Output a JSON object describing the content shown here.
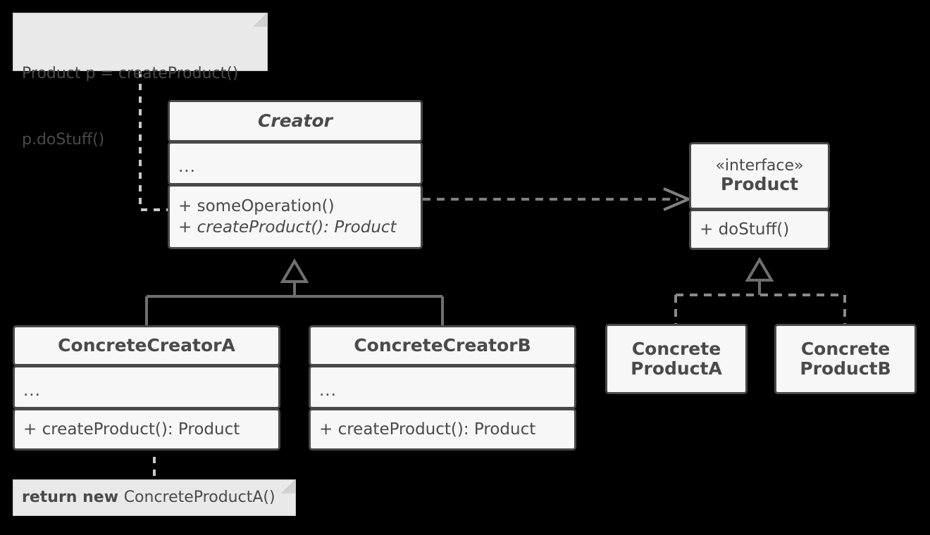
{
  "diagram": {
    "kind": "uml-class-diagram",
    "pattern": "Factory Method",
    "background_color": "#000000",
    "box_fill": "#f7f7f7",
    "box_border": "#484848",
    "note_fill": "#e9e9e9",
    "note_border": "#c9c9c9",
    "text_color": "#4a4a4a",
    "edge_color": "#808080",
    "edge_color_dark": "#6f6f6f"
  },
  "classes": {
    "creator": {
      "name": "Creator",
      "abstract": true,
      "attributes": "...",
      "operations": [
        {
          "text": "+ someOperation()",
          "abstract": false
        },
        {
          "text": "+ createProduct(): Product",
          "abstract": true
        }
      ]
    },
    "concrete_creator_a": {
      "name": "ConcreteCreatorA",
      "abstract": false,
      "attributes": "...",
      "operations": [
        {
          "text": "+ createProduct(): Product",
          "abstract": false
        }
      ]
    },
    "concrete_creator_b": {
      "name": "ConcreteCreatorB",
      "abstract": false,
      "attributes": "...",
      "operations": [
        {
          "text": "+ createProduct(): Product",
          "abstract": false
        }
      ]
    },
    "product": {
      "stereotype": "«interface»",
      "name": "Product",
      "operations": [
        {
          "text": "+ doStuff()",
          "abstract": false
        }
      ]
    },
    "concrete_product_a": {
      "name_line1": "Concrete",
      "name_line2": "ProductA"
    },
    "concrete_product_b": {
      "name_line1": "Concrete",
      "name_line2": "ProductB"
    }
  },
  "notes": {
    "creator_note": {
      "line1": "Product p = createProduct()",
      "line2": "p.doStuff()"
    },
    "factory_note": {
      "bold_part": "return new ",
      "rest": "ConcreteProductA()"
    }
  },
  "relationships": [
    {
      "name": "creator-depends-on-product",
      "type": "dependency",
      "from": "Creator",
      "to": "Product",
      "style": "dashed",
      "arrowhead": "open"
    },
    {
      "name": "concretecreatora-inherits-creator",
      "type": "generalization",
      "from": "ConcreteCreatorA",
      "to": "Creator",
      "style": "solid",
      "arrowhead": "hollow-triangle"
    },
    {
      "name": "concretecreatorb-inherits-creator",
      "type": "generalization",
      "from": "ConcreteCreatorB",
      "to": "Creator",
      "style": "solid",
      "arrowhead": "hollow-triangle"
    },
    {
      "name": "concreteproducta-realizes-product",
      "type": "realization",
      "from": "ConcreteProductA",
      "to": "Product",
      "style": "dashed",
      "arrowhead": "hollow-triangle"
    },
    {
      "name": "concreteproductb-realizes-product",
      "type": "realization",
      "from": "ConcreteProductB",
      "to": "Product",
      "style": "dashed",
      "arrowhead": "hollow-triangle"
    },
    {
      "name": "note-anchor-creator",
      "type": "note-link",
      "from": "creator_note",
      "to": "Creator",
      "style": "dashed",
      "arrowhead": "none"
    },
    {
      "name": "note-anchor-concretecreatora",
      "type": "note-link",
      "from": "factory_note",
      "to": "ConcreteCreatorA",
      "style": "dashed",
      "arrowhead": "none"
    }
  ]
}
